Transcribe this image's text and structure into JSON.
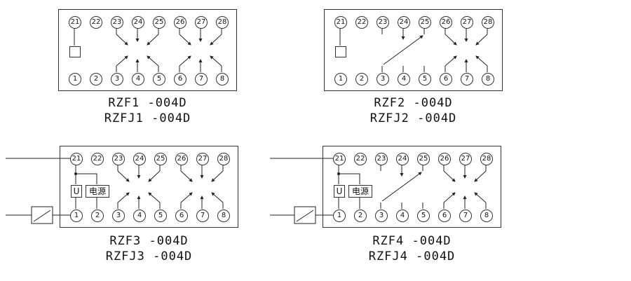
{
  "colors": {
    "line": "#222222",
    "text": "#111111",
    "background": "#ffffff"
  },
  "panels": [
    {
      "name": "RZF1",
      "label_line1": "RZF1 -004D",
      "label_line2": "RZFJ1 -004D",
      "top_terminals": [
        "21",
        "22",
        "23",
        "24",
        "25",
        "26",
        "27",
        "28"
      ],
      "bottom_terminals": [
        "1",
        "2",
        "3",
        "4",
        "5",
        "6",
        "7",
        "8"
      ]
    },
    {
      "name": "RZF2",
      "label_line1": "RZF2 -004D",
      "label_line2": "RZFJ2 -004D",
      "top_terminals": [
        "21",
        "22",
        "23",
        "24",
        "25",
        "26",
        "27",
        "28"
      ],
      "bottom_terminals": [
        "1",
        "2",
        "3",
        "4",
        "5",
        "6",
        "7",
        "8"
      ]
    },
    {
      "name": "RZF3",
      "label_line1": "RZF3 -004D",
      "label_line2": "RZFJ3 -004D",
      "top_terminals": [
        "21",
        "22",
        "23",
        "24",
        "25",
        "26",
        "27",
        "28"
      ],
      "bottom_terminals": [
        "1",
        "2",
        "3",
        "4",
        "5",
        "6",
        "7",
        "8"
      ],
      "u_label": "U",
      "power_label": "电源"
    },
    {
      "name": "RZF4",
      "label_line1": "RZF4 -004D",
      "label_line2": "RZFJ4 -004D",
      "top_terminals": [
        "21",
        "22",
        "23",
        "24",
        "25",
        "26",
        "27",
        "28"
      ],
      "bottom_terminals": [
        "1",
        "2",
        "3",
        "4",
        "5",
        "6",
        "7",
        "8"
      ],
      "u_label": "U",
      "power_label": "电源"
    }
  ]
}
